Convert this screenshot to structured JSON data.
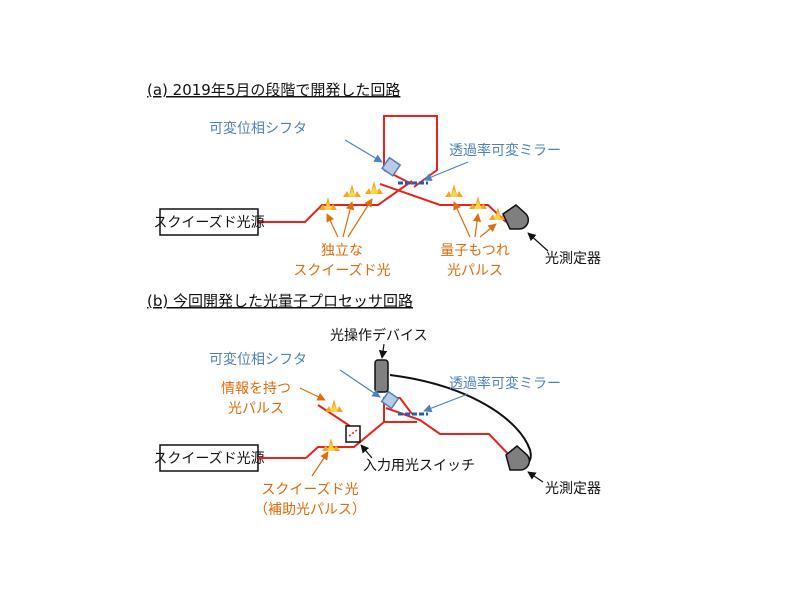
{
  "colors": {
    "beam": "#e8231c",
    "blue_label": "#4f81bd",
    "orange_label": "#e26b0a",
    "spark": "#f5a623",
    "spark_inner": "#ffd24a",
    "black": "#111111",
    "phase_shifter_fill": "#b7cbe8",
    "mirror": "#1f5fb3",
    "detector_fill": "#7f7f7f",
    "device_fill": "#808080"
  },
  "panel_a": {
    "title": "(a) 2019年5月の段階で開発した回路",
    "source_label": "スクイーズド光源",
    "phase_shifter_label": "可変位相シフタ",
    "mirror_label": "透過率可変ミラー",
    "independent_label_1": "独立な",
    "independent_label_2": "スクイーズド光",
    "entangled_label_1": "量子もつれ",
    "entangled_label_2": "光パルス",
    "detector_label": "光測定器"
  },
  "panel_b": {
    "title": "(b) 今回開発した光量子プロセッサ回路",
    "device_label": "光操作デバイス",
    "phase_shifter_label": "可変位相シフタ",
    "mirror_label": "透過率可変ミラー",
    "info_label_1": "情報を持つ",
    "info_label_2": "光パルス",
    "source_label": "スクイーズド光源",
    "switch_label": "入力用光スイッチ",
    "aux_label_1": "スクイーズド光",
    "aux_label_2": "（補助光パルス）",
    "detector_label": "光測定器"
  }
}
